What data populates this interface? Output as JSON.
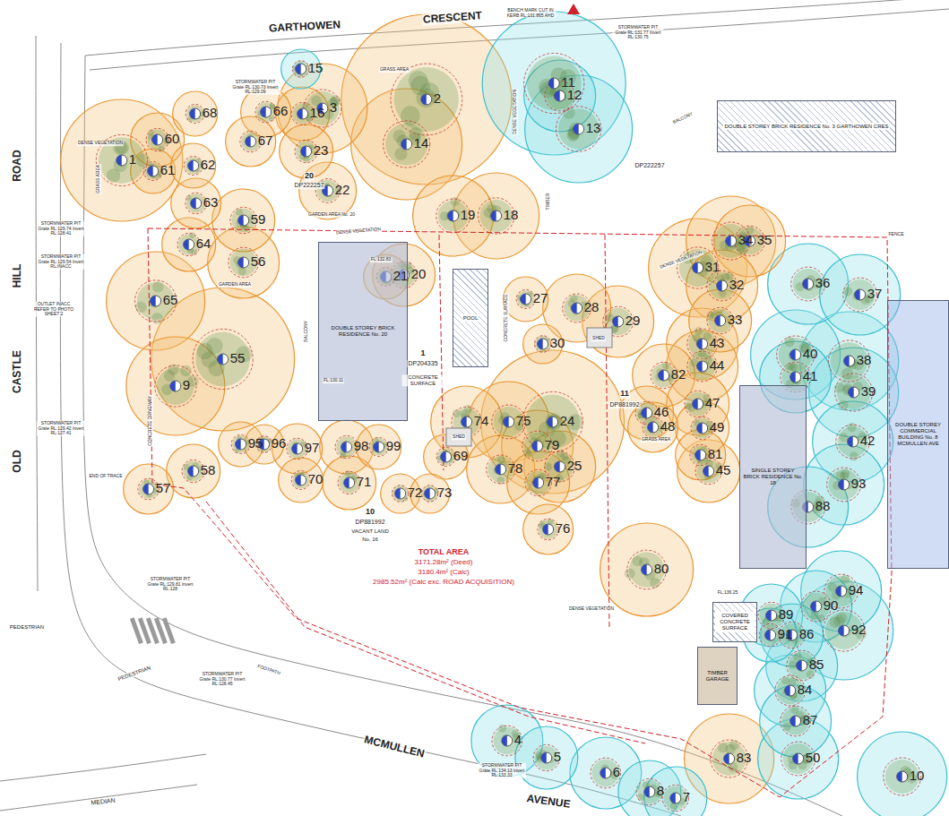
{
  "diagram": {
    "nodes": [
      {
        "text": [
          "DOUBLE STOREY BRICK RESIDENCE No. 20"
        ]
      },
      {
        "text": [
          "POOL"
        ]
      },
      {
        "text": [
          "SINGLE STOREY BRICK RESIDENCE No. 18"
        ]
      },
      {
        "text": [
          "DOUBLE STOREY BRICK RESIDENCE No. 3 GARTHOWEN CRES"
        ]
      },
      {
        "text": [
          "DOUBLE STOREY COMMERCIAL BUILDING No. 8 MCMULLEN AVE"
        ]
      },
      {
        "text": [
          "TIMBER GARAGE"
        ]
      },
      {
        "text": [
          "COVERED CONCRETE SURFACE"
        ]
      }
    ],
    "labels": [
      "1",
      "2",
      "3",
      "11",
      "12",
      "13",
      "14",
      "15",
      "16",
      "66",
      "67",
      "68",
      "60",
      "61",
      "62",
      "23",
      "22",
      "19",
      "18",
      "21",
      "20",
      "63",
      "59",
      "64",
      "56",
      "65",
      "55",
      "9",
      "95",
      "96",
      "97",
      "98",
      "99",
      "58",
      "57",
      "70",
      "71",
      "72",
      "73",
      "69",
      "74",
      "75",
      "24",
      "79",
      "78",
      "25",
      "77",
      "76",
      "27",
      "28",
      "29",
      "30",
      "34",
      "35",
      "31",
      "32",
      "33",
      "43",
      "44",
      "82",
      "46",
      "47",
      "48",
      "49",
      "81",
      "45",
      "80",
      "36",
      "37",
      "40",
      "38",
      "41",
      "39",
      "42",
      "93",
      "88",
      "89",
      "94",
      "90",
      "91",
      "92",
      "86",
      "85",
      "84",
      "87",
      "50",
      "83",
      "10",
      "4",
      "5",
      "6",
      "8",
      "7",
      "GARTHOWEN",
      "CRESCENT",
      "ROAD",
      "HILL",
      "CASTLE",
      "OLD",
      "MCMULLEN",
      "AVENUE",
      "MEDIAN",
      "PEDESTRIAN",
      "PEDESTRIAN",
      "20",
      "DP222257",
      "DP222257",
      "1",
      "DP204335",
      "CONCRETE SURFACE",
      "11",
      "DP881992",
      "10",
      "DP881992",
      "VACANT LAND",
      "No. 16",
      "TOTAL AREA",
      "3171.28m² (Deed)",
      "3180.4m² (Calc)",
      "2985.52m² (Calc exc. ROAD ACQUISITION)",
      "GRASS AREA",
      "GRASS AREA",
      "GRASS AREA",
      "DENSE VEGETATION",
      "DENSE VEGETATION",
      "DENSE VEGETATION",
      "DENSE VEGETATION",
      "DENSE VEGETATION",
      "GARDEN AREA",
      "GARDEN AREA No. 20",
      "CONCRETE DRIVEWAY",
      "CONCRETE SURFACE",
      "FENCE",
      "BALCONY",
      "BALCONY",
      "TIMBER",
      "SHED",
      "SHED",
      "FL:130.11",
      "FL:132.83",
      "FL:136.25",
      "BENCH MARK CUT IN KERB RL:131.865 AHD",
      "STORMWATER PIT Grate RL:131.77 Invert RL:130.75",
      "STORMWATER PIT Grate RL:130.73 Invert RL:129.09",
      "STORMWATER PIT Grate RL:129.74 Invert RL:128.41",
      "STORMWATER PIT Grate RL:129.54 Invert RL:INACC",
      "OUTLET INACC REFER TO PHOTO SHEET 2",
      "STORMWATER PIT Grate RL:129.42 Invert RL:127.41",
      "STORMWATER PIT Grate RL:129.81 Invert RL:128",
      "STORMWATER PIT Grate RL:130.77 Invert RL:128.45",
      "STORMWATER PIT Grate RL:134.13 Invert RL:133.33",
      "END OF TRACE",
      "FOOTPATH"
    ]
  }
}
